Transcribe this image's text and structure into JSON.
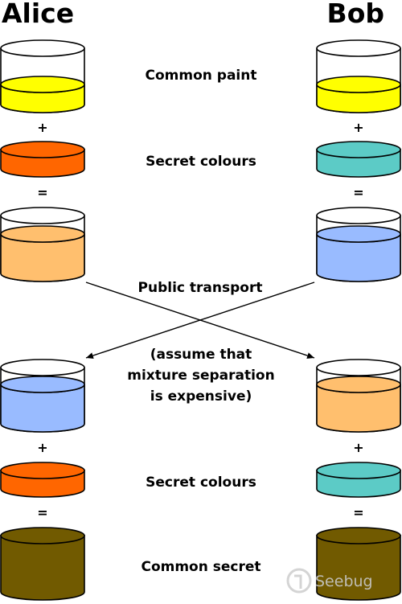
{
  "titles": {
    "left": "Alice",
    "right": "Bob"
  },
  "labels": {
    "common_paint": "Common paint",
    "secret_colours_1": "Secret colours",
    "public_transport": "Public transport",
    "assume_1": "(assume that",
    "assume_2": "mixture separation",
    "assume_3": "is expensive)",
    "secret_colours_2": "Secret colours",
    "common_secret": "Common secret"
  },
  "operators": {
    "plus": "+",
    "equals": "="
  },
  "watermark": "Seebug",
  "colors": {
    "yellow": "#ffff00",
    "alice_secret": "#ff6600",
    "bob_secret": "#5ccbc6",
    "alice_mix": "#ffbf6e",
    "bob_mix": "#99bbff",
    "common_secret": "#715a00",
    "outline": "#000000"
  }
}
